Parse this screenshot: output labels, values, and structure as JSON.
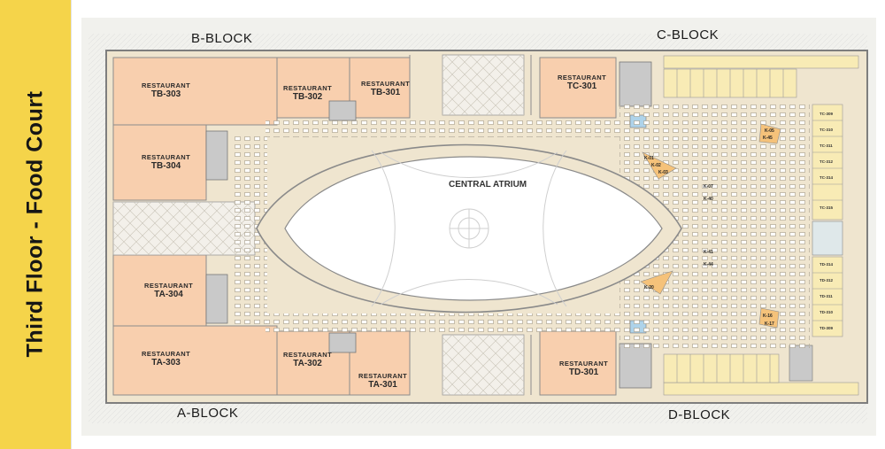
{
  "sidebar": {
    "title": "Third Floor - Food Court",
    "bg_color": "#f5d44a"
  },
  "blocks": {
    "b": "B-BLOCK",
    "c": "C-BLOCK",
    "a": "A-BLOCK",
    "d": "D-BLOCK"
  },
  "atrium": {
    "label": "CENTRAL ATRIUM"
  },
  "restaurants": {
    "tb303": {
      "type": "RESTAURANT",
      "code": "TB-303"
    },
    "tb302": {
      "type": "RESTAURANT",
      "code": "TB-302"
    },
    "tb301": {
      "type": "RESTAURANT",
      "code": "TB-301"
    },
    "tb304": {
      "type": "RESTAURANT",
      "code": "TB-304"
    },
    "tc301": {
      "type": "RESTAURANT",
      "code": "TC-301"
    },
    "ta304": {
      "type": "RESTAURANT",
      "code": "TA-304"
    },
    "ta303": {
      "type": "RESTAURANT",
      "code": "TA-303"
    },
    "ta302": {
      "type": "RESTAURANT",
      "code": "TA-302"
    },
    "ta301": {
      "type": "RESTAURANT",
      "code": "TA-301"
    },
    "td301": {
      "type": "RESTAURANT",
      "code": "TD-301"
    }
  },
  "kiosks": {
    "k01": "K-01",
    "k02": "K-02",
    "k03": "K-03",
    "k07": "K-07",
    "k40": "K-40",
    "k41": "K-41",
    "k44": "K-44",
    "k05": "K-05",
    "k45": "K-45",
    "k16": "K-16",
    "k20": "K-20",
    "k17": "K-17"
  },
  "units_right": [
    "TC-309",
    "TC-310",
    "TC-311",
    "TC-312",
    "TC-314",
    "TC-315",
    "TD-314",
    "TD-312",
    "TD-311",
    "TD-310",
    "TD-309"
  ],
  "colors": {
    "restaurant": "#f8cfae",
    "service": "#f8ebb5",
    "floor": "#efe5cf",
    "wall": "#8a8a8a",
    "atrium": "#ffffff"
  }
}
